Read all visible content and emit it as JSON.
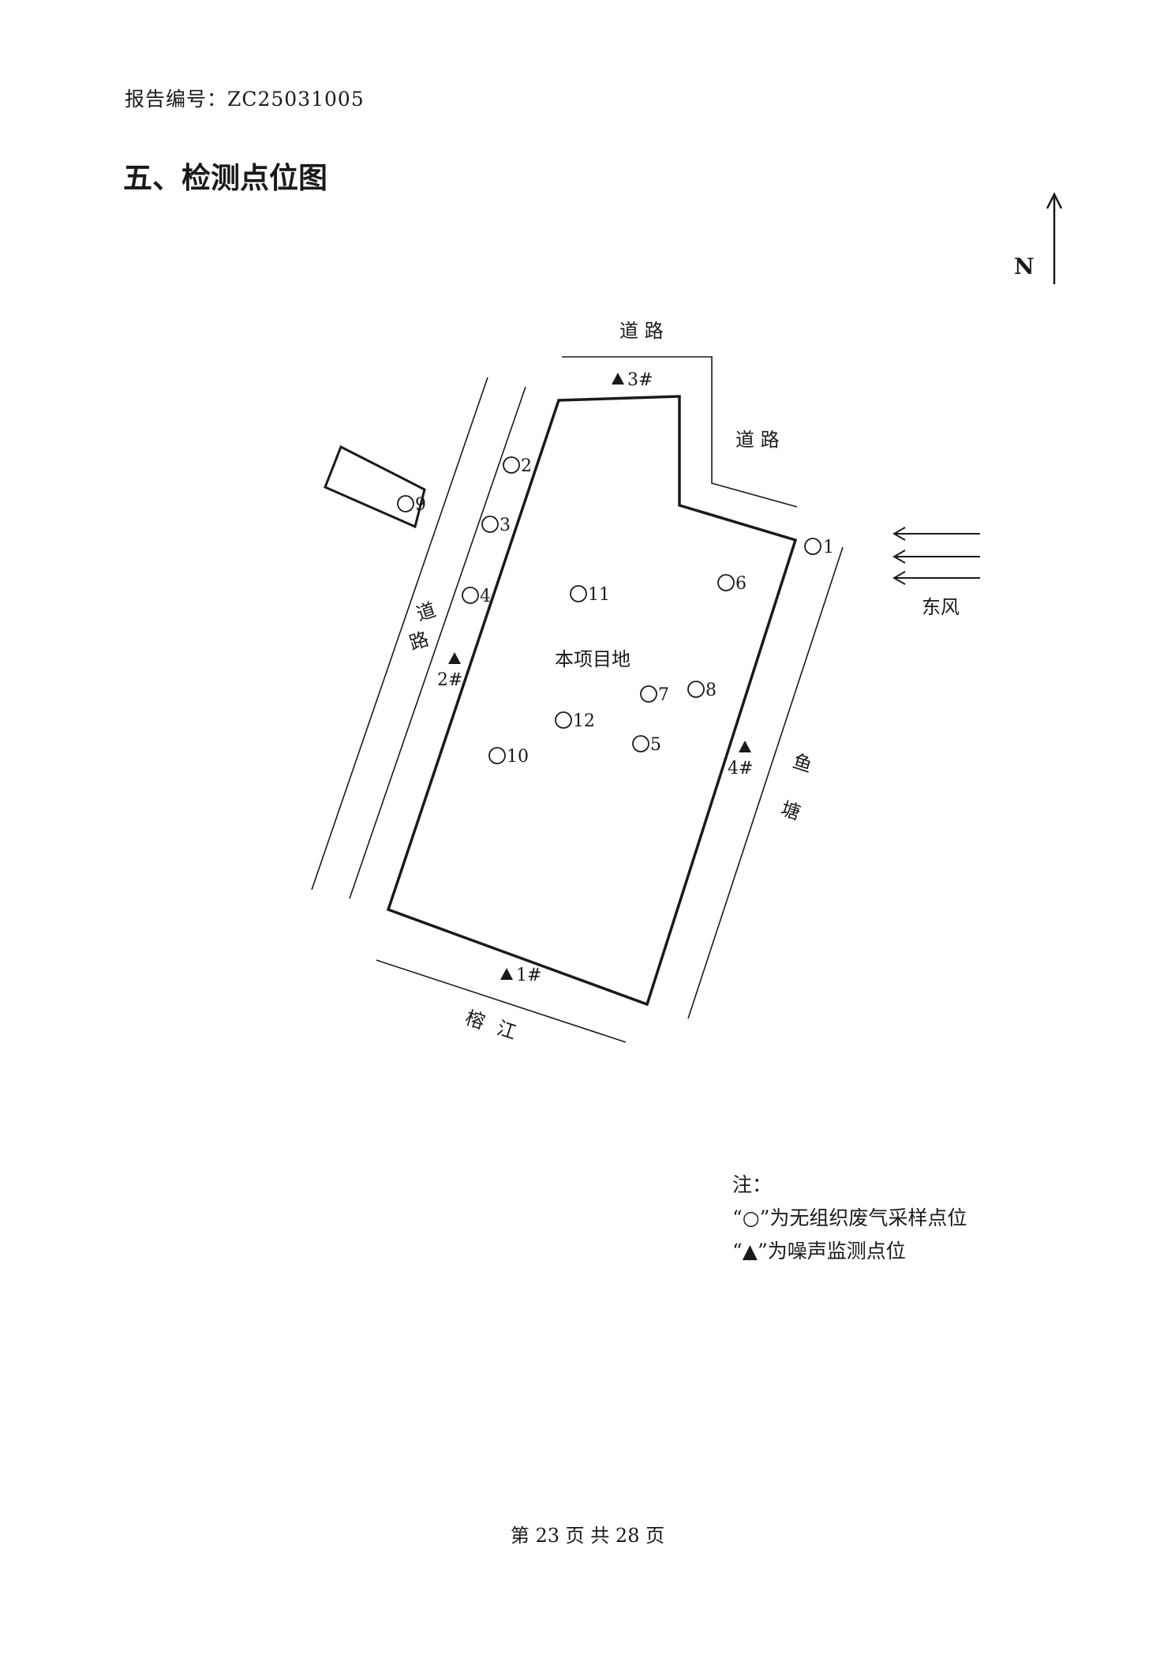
{
  "header": {
    "report_number": "报告编号：ZC25031005",
    "section_title": "五、检测点位图"
  },
  "diagram": {
    "north_label": "N",
    "wind_label": "东风",
    "site_label": "本项目地",
    "road_top": "道 路",
    "road_right": "道 路",
    "road_left_1": "道",
    "road_left_2": "路",
    "river_1": "榕",
    "river_2": "江",
    "pond_1": "鱼",
    "pond_2": "塘",
    "gas_points": [
      {
        "id": "1",
        "label": "1"
      },
      {
        "id": "2",
        "label": "2"
      },
      {
        "id": "3",
        "label": "3"
      },
      {
        "id": "4",
        "label": "4"
      },
      {
        "id": "5",
        "label": "5"
      },
      {
        "id": "6",
        "label": "6"
      },
      {
        "id": "7",
        "label": "7"
      },
      {
        "id": "8",
        "label": "8"
      },
      {
        "id": "9",
        "label": "9"
      },
      {
        "id": "10",
        "label": "10"
      },
      {
        "id": "11",
        "label": "11"
      },
      {
        "id": "12",
        "label": "12"
      }
    ],
    "noise_points": [
      {
        "id": "1",
        "label": "1#"
      },
      {
        "id": "2",
        "label": "2#"
      },
      {
        "id": "3",
        "label": "3#"
      },
      {
        "id": "4",
        "label": "4#"
      }
    ]
  },
  "notes": {
    "title": "注：",
    "gas": "“○”为无组织废气采样点位",
    "noise": "“▲”为噪声监测点位"
  },
  "footer": {
    "page": "第 23 页 共 28 页"
  }
}
